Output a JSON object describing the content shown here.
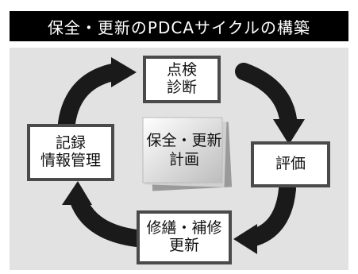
{
  "title": "保全・更新のPDCAサイクルの構築",
  "center": {
    "line1": "保全・更新",
    "line2": "計画"
  },
  "boxes": {
    "check": {
      "line1": "点検",
      "line2": "診断"
    },
    "evaluate": {
      "line1": "評価"
    },
    "repair": {
      "line1": "修繕・補修",
      "line2": "更新"
    },
    "record": {
      "line1": "記録",
      "line2": "情報管理"
    }
  },
  "colors": {
    "title_bg": "#000000",
    "title_text": "#ffffff",
    "panel_bg": "#e2e2e2",
    "arrow": "#1a1a1a",
    "box_border": "#4a4a4a"
  }
}
